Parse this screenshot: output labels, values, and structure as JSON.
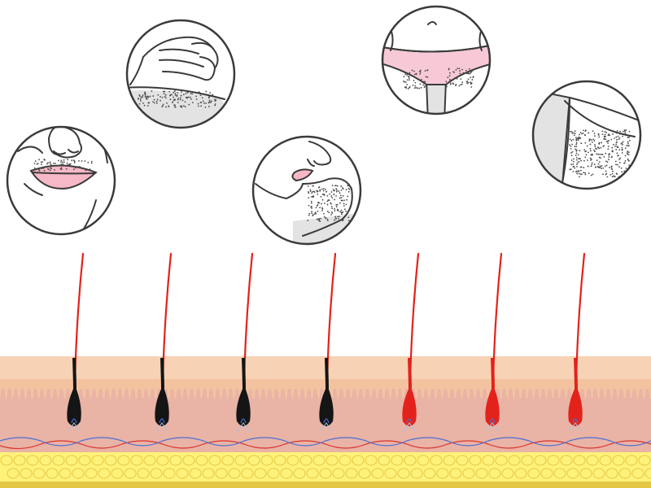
{
  "palette": {
    "background": "#ffffff",
    "circle_outline": "#3a3a3a",
    "skin_light": "#fde8d6",
    "stubble": "#4a4a4a",
    "lip_pink": "#f6b8c6",
    "underwear_pink": "#f7c9d6",
    "clothing_gray": "#e3e3e3",
    "epidermis_top": "#f7d2b5",
    "epidermis": "#f3c3a0",
    "dermis": "#e9b3a6",
    "fat_layer": "#fff27a",
    "fat_cell_outline": "#e4c845",
    "artery": "#d9322b",
    "vein": "#4a6fd6",
    "hair_dark": "#151515",
    "hair_red": "#e3221b"
  },
  "body_areas": [
    {
      "name": "upper-lip",
      "icon": "face-upper-lip-icon"
    },
    {
      "name": "forearm",
      "icon": "hand-forearm-icon"
    },
    {
      "name": "chin",
      "icon": "face-chin-icon"
    },
    {
      "name": "bikini",
      "icon": "bikini-line-icon"
    },
    {
      "name": "underarm",
      "icon": "underarm-icon"
    }
  ],
  "hair_follicles": [
    {
      "state": "dark"
    },
    {
      "state": "dark"
    },
    {
      "state": "dark"
    },
    {
      "state": "dark"
    },
    {
      "state": "heated"
    },
    {
      "state": "heated"
    },
    {
      "state": "heated"
    }
  ]
}
